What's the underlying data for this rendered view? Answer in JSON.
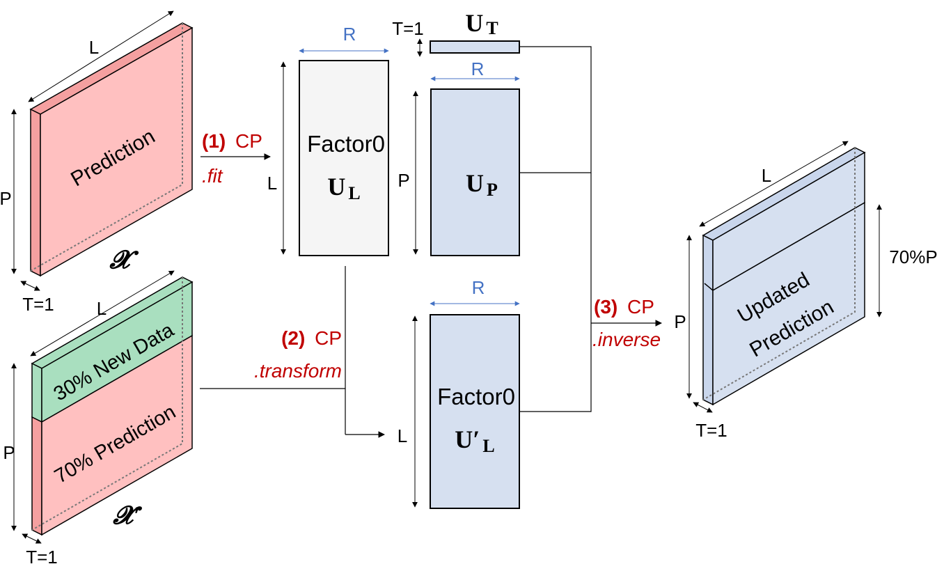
{
  "tensor_x": {
    "label": "Prediction",
    "symbol": "𝓧",
    "dim_L": "L",
    "dim_P": "P",
    "dim_T": "T=1"
  },
  "tensor_xp": {
    "top_label": "30% New Data",
    "bottom_label": "70% Prediction",
    "symbol": "𝓧′",
    "dim_L": "L",
    "dim_P": "P",
    "dim_T": "T=1"
  },
  "step1": {
    "num": "(1)",
    "op": "CP",
    "method": ".fit"
  },
  "step2": {
    "num": "(2)",
    "op": "CP",
    "method": ".transform"
  },
  "step3": {
    "num": "(3)",
    "op": "CP",
    "method": ".inverse"
  },
  "factor_UL": {
    "title": "Factor0",
    "sym": "U",
    "sub": "L",
    "dim_R": "R",
    "dim_L": "L"
  },
  "factor_UT": {
    "sym": "U",
    "sub": "T",
    "dim_T": "T=1"
  },
  "factor_UP": {
    "sym": "U",
    "sub": "P",
    "dim_R": "R",
    "dim_P": "P"
  },
  "factor_ULp": {
    "title": "Factor0",
    "sym": "U′",
    "sub": "L",
    "dim_R": "R",
    "dim_L": "L"
  },
  "output": {
    "line1": "Updated",
    "line2": "Prediction",
    "dim_L": "L",
    "dim_P": "P",
    "dim_70P": "70%P",
    "dim_T": "T=1"
  },
  "colors": {
    "red_fill": "#ffc0c0",
    "red_side": "#f5a0a0",
    "green_fill": "#a9dfbf",
    "blue_fill": "#d6e0f0",
    "gray_fill": "#f5f5f5",
    "accent_blue": "#4472c4",
    "accent_red": "#c00000"
  }
}
